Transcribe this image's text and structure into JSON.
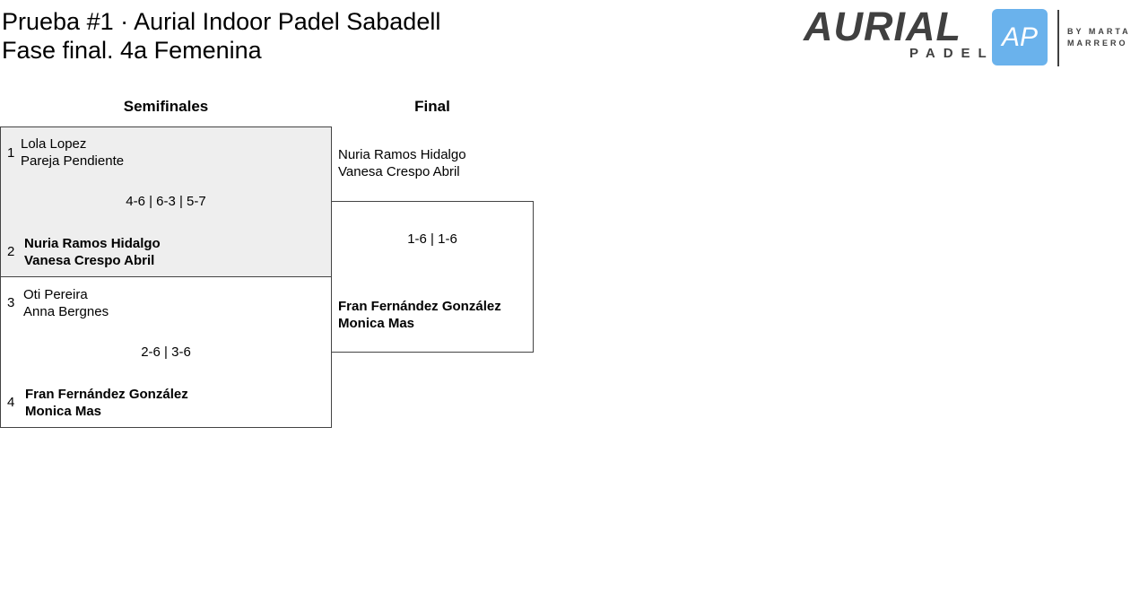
{
  "header": {
    "title_line1": "Prueba #1 · Aurial Indoor Padel Sabadell",
    "title_line2": "Fase final. 4a Femenina"
  },
  "logo": {
    "brand": "AURIAL",
    "sub": "PADEL",
    "mark": "AP",
    "by": "BY MARTA",
    "by2": "MARRERO",
    "color": "#6ab2ec"
  },
  "rounds": {
    "semis": "Semifinales",
    "final": "Final"
  },
  "semis": [
    {
      "seed_a": "1",
      "a1": "Lola Lopez",
      "a2": "Pareja Pendiente",
      "score": "4-6 | 6-3 | 5-7",
      "seed_b": "2",
      "b1": "Nuria Ramos Hidalgo",
      "b2": "Vanesa Crespo Abril"
    },
    {
      "seed_a": "3",
      "a1": "Oti Pereira",
      "a2": "Anna Bergnes",
      "score": "2-6 | 3-6",
      "seed_b": "4",
      "b1": "Fran Fernández González",
      "b2": "Monica Mas"
    }
  ],
  "final": {
    "a1": "Nuria Ramos Hidalgo",
    "a2": "Vanesa Crespo Abril",
    "score": "1-6 | 1-6",
    "b1": "Fran Fernández González",
    "b2": "Monica Mas"
  }
}
